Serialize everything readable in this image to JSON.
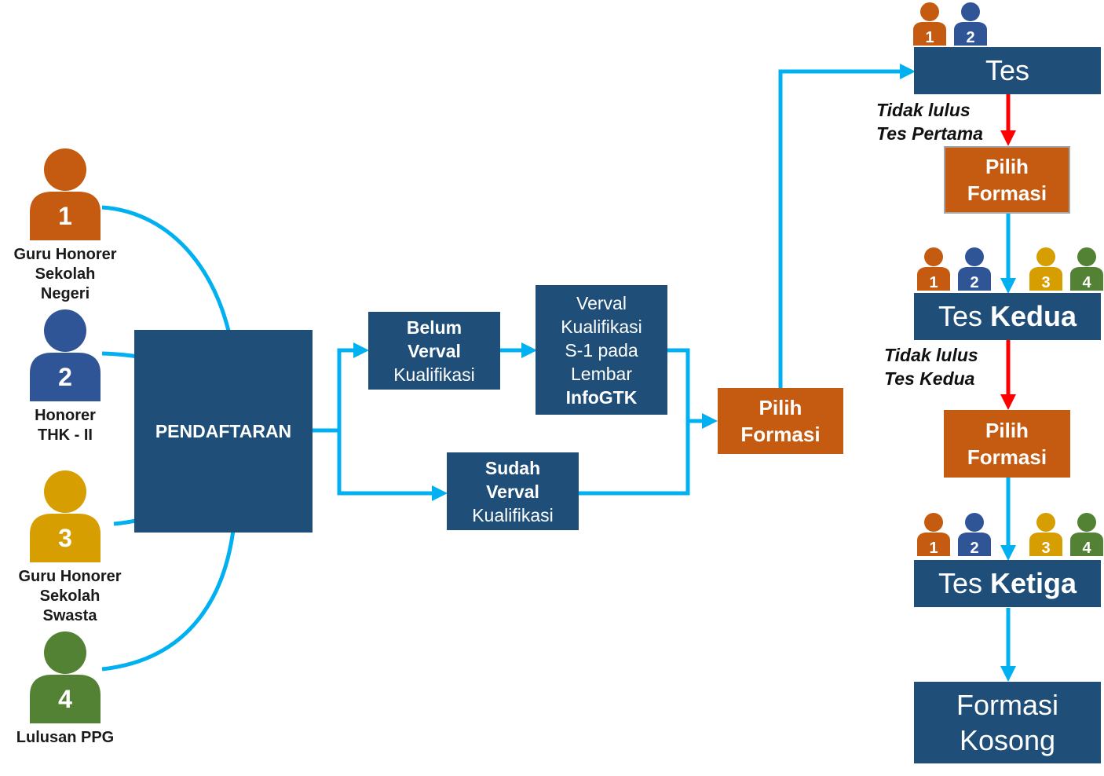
{
  "colors": {
    "navy": "#1f4e79",
    "orange": "#c55a11",
    "flow_arrow": "#00b0f0",
    "fail_arrow": "#ff0000",
    "person_1": "#c55a11",
    "person_2": "#2f5597",
    "person_3": "#d69e00",
    "person_4": "#548235"
  },
  "participants": [
    {
      "number": "1",
      "label_lines": [
        "Guru Honorer",
        "Sekolah",
        "Negeri"
      ]
    },
    {
      "number": "2",
      "label_lines": [
        "Honorer",
        "THK - II"
      ]
    },
    {
      "number": "3",
      "label_lines": [
        "Guru Honorer",
        "Sekolah",
        "Swasta"
      ]
    },
    {
      "number": "4",
      "label_lines": [
        "Lulusan PPG"
      ]
    }
  ],
  "nodes": {
    "pendaftaran": {
      "label": "PENDAFTARAN"
    },
    "belum_verval": {
      "line1": "Belum",
      "line2": "Verval",
      "line3": "Kualifikasi"
    },
    "sudah_verval": {
      "line1": "Sudah",
      "line2": "Verval",
      "line3": "Kualifikasi"
    },
    "verval_infogtk": {
      "line1": "Verval",
      "line2": "Kualifikasi",
      "line3": "S-1 pada",
      "line4": "Lembar",
      "line5": "InfoGTK"
    },
    "pilih_formasi_main": {
      "line1": "Pilih",
      "line2": "Formasi"
    },
    "tes": {
      "label": "Tes"
    },
    "pilih_formasi_2": {
      "line1": "Pilih",
      "line2": "Formasi"
    },
    "tes_kedua": {
      "prefix": "Tes ",
      "bold": "Kedua"
    },
    "pilih_formasi_3": {
      "line1": "Pilih",
      "line2": "Formasi"
    },
    "tes_ketiga": {
      "prefix": "Tes ",
      "bold": "Ketiga"
    },
    "formasi_kosong": {
      "line1": "Formasi",
      "line2": "Kosong"
    }
  },
  "notes": {
    "fail_first": {
      "line1": "Tidak lulus",
      "line2": "Tes Pertama"
    },
    "fail_second": {
      "line1": "Tidak lulus",
      "line2": "Tes Kedua"
    }
  },
  "eligible_groups": {
    "tes": [
      "1",
      "2"
    ],
    "tes_kedua": [
      "1",
      "2",
      "3",
      "4"
    ],
    "tes_ketiga": [
      "1",
      "2",
      "3",
      "4"
    ]
  }
}
